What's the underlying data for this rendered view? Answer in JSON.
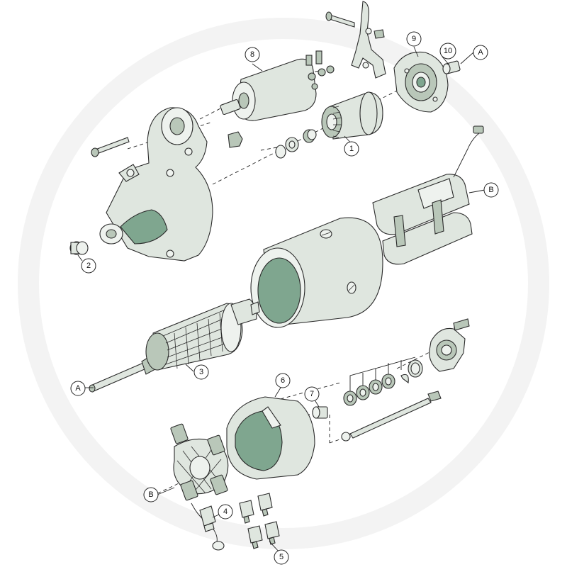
{
  "diagram": {
    "callouts": [
      {
        "id": "c1",
        "text": "1"
      },
      {
        "id": "c2",
        "text": "2"
      },
      {
        "id": "c3",
        "text": "3"
      },
      {
        "id": "c4",
        "text": "4"
      },
      {
        "id": "c5",
        "text": "5"
      },
      {
        "id": "c6",
        "text": "6"
      },
      {
        "id": "c7",
        "text": "7"
      },
      {
        "id": "c8",
        "text": "8"
      },
      {
        "id": "c9",
        "text": "9"
      },
      {
        "id": "c10",
        "text": "10"
      },
      {
        "id": "cA1",
        "text": "A"
      },
      {
        "id": "cA2",
        "text": "A"
      },
      {
        "id": "cB1",
        "text": "B"
      },
      {
        "id": "cB2",
        "text": "B"
      }
    ],
    "colors": {
      "part_fill": "#dfe6df",
      "part_shade": "#b9c7b9",
      "part_deep": "#7fa68f",
      "outline": "#2a2a2a"
    }
  }
}
